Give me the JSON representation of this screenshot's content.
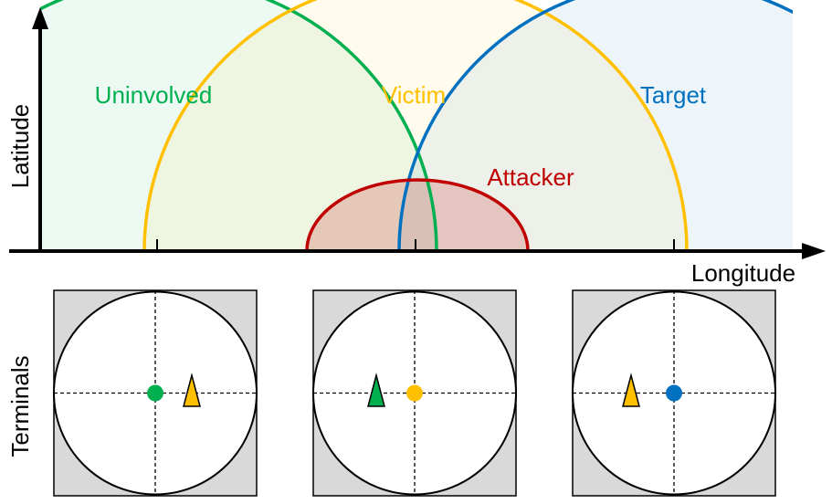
{
  "axes": {
    "y_label": "Latitude",
    "x_label": "Longitude",
    "terminals_label": "Terminals"
  },
  "beams": [
    {
      "name": "Uninvolved",
      "color": "#00b050"
    },
    {
      "name": "Victim",
      "color": "#ffc000"
    },
    {
      "name": "Target",
      "color": "#0070c0"
    },
    {
      "name": "Attacker",
      "color": "#c00000"
    }
  ],
  "terminal_panels": [
    {
      "dot_color": "#00b050",
      "triangle_color": "#ffc000"
    },
    {
      "dot_color": "#ffc000",
      "triangle_color": "#00b050"
    },
    {
      "dot_color": "#0070c0",
      "triangle_color": "#ffc000"
    }
  ]
}
